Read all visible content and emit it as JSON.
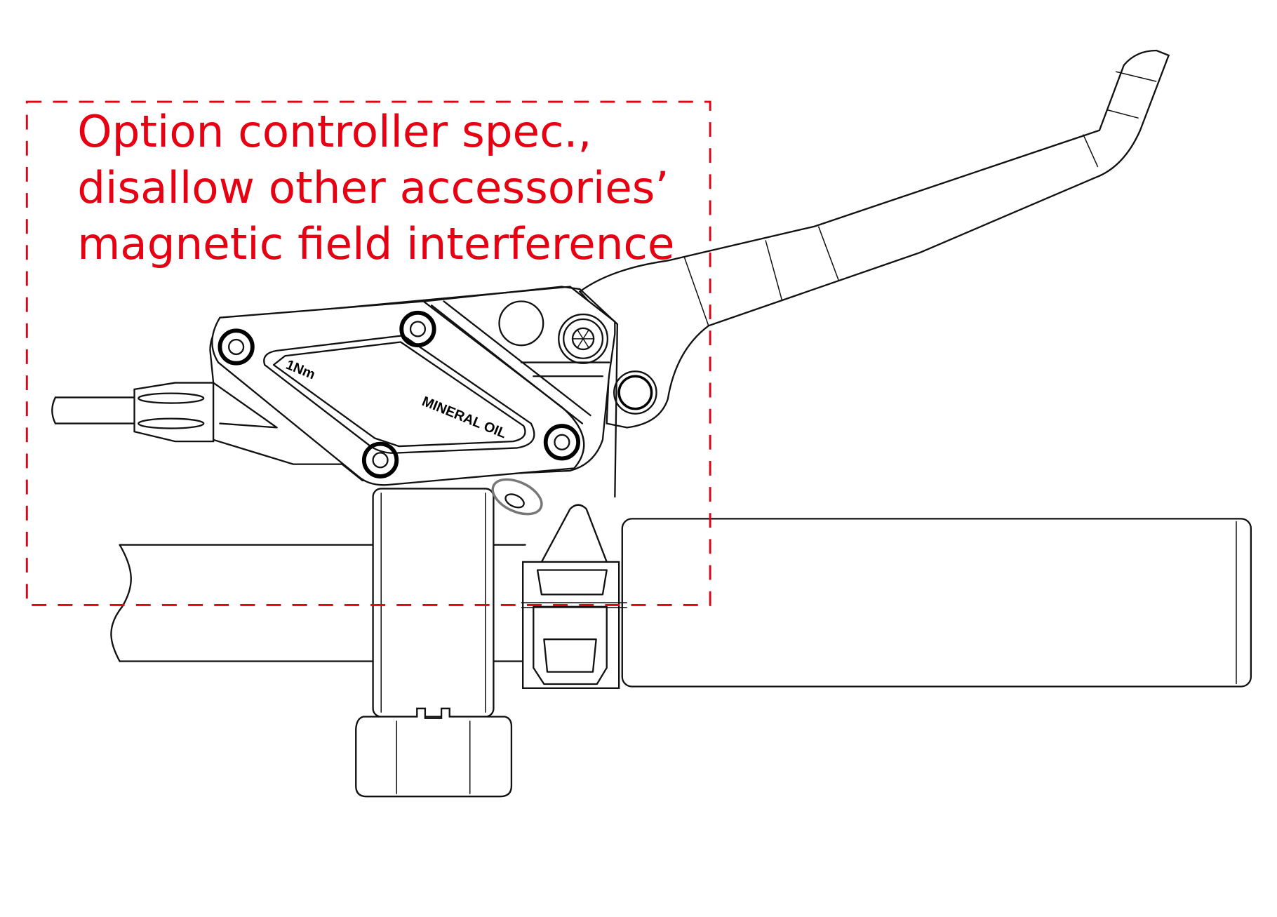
{
  "annotation": {
    "lines": [
      "Option controller spec.,",
      "disallow other accessories’",
      "magnetic field interference"
    ],
    "color": "#e60012"
  },
  "engravings": {
    "torque": "1Nm",
    "fluid": "MINERAL OIL"
  }
}
